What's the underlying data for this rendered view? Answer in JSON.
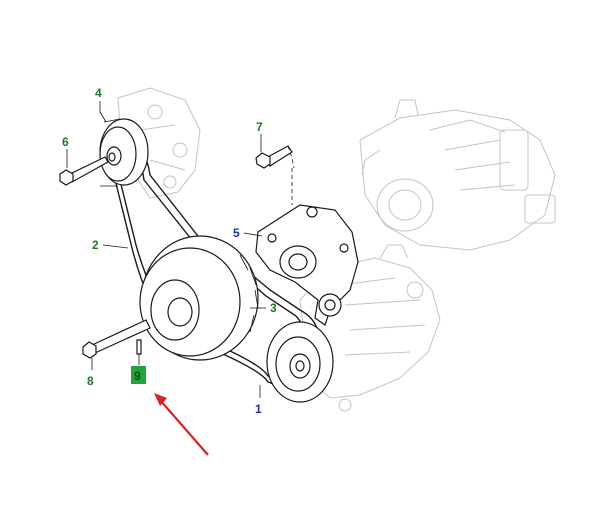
{
  "colors": {
    "callout_green": "#1e7a1e",
    "callout_blue": "#1a2fb5",
    "highlight_fill": "#1fa63a",
    "arrow_red": "#e02020",
    "line": "#1a1a1a",
    "ghost_line": "#c4c4c4"
  },
  "callouts": {
    "c1": "1",
    "c2": "2",
    "c3": "3",
    "c4": "4",
    "c5": "5",
    "c6": "6",
    "c7": "7",
    "c8": "8",
    "c9": "9"
  },
  "highlighted_callout": "9",
  "pointer_arrow_icon": "red-arrow-icon"
}
